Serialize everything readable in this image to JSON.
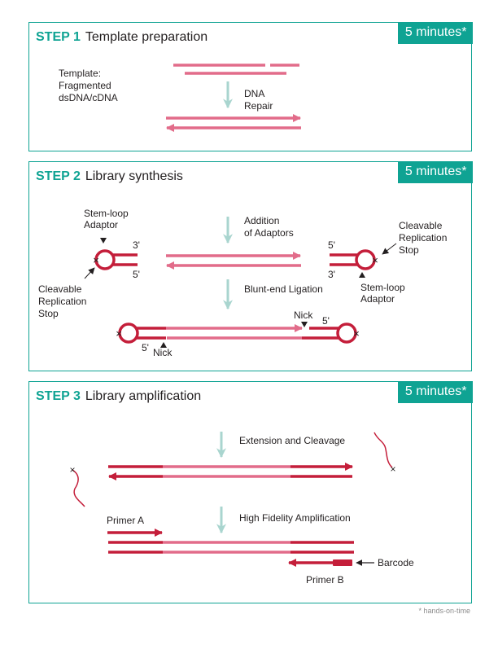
{
  "colors": {
    "accent": "#0fa393",
    "light_strand": "#e26c8a",
    "dark_strand": "#c41e3a",
    "process_arrow": "#a9d5cf"
  },
  "steps": [
    {
      "number": "STEP 1",
      "title": "Template preparation",
      "time": "5 minutes*"
    },
    {
      "number": "STEP 2",
      "title": "Library synthesis",
      "time": "5 minutes*"
    },
    {
      "number": "STEP 3",
      "title": "Library amplification",
      "time": "5 minutes*"
    }
  ],
  "step1": {
    "template_lines": [
      "Template:",
      "Fragmented",
      "dsDNA/cDNA"
    ],
    "process_lines": [
      "DNA",
      "Repair"
    ]
  },
  "step2": {
    "stem_loop_left": [
      "Stem-loop",
      "Adaptor"
    ],
    "stop_left": [
      "Cleavable",
      "Replication",
      "Stop"
    ],
    "addition_lines": [
      "Addition",
      "of Adaptors"
    ],
    "stop_right": [
      "Cleavable",
      "Replication",
      "Stop"
    ],
    "stem_loop_right": [
      "Stem-loop",
      "Adaptor"
    ],
    "ligation": "Blunt-end Ligation",
    "three_prime": "3'",
    "five_prime": "5'",
    "nick": "Nick"
  },
  "step3": {
    "extension": "Extension and Cleavage",
    "amplification": "High Fidelity Amplification",
    "primer_a": "Primer A",
    "primer_b": "Primer B",
    "barcode": "Barcode"
  },
  "footnote": "* hands-on-time"
}
